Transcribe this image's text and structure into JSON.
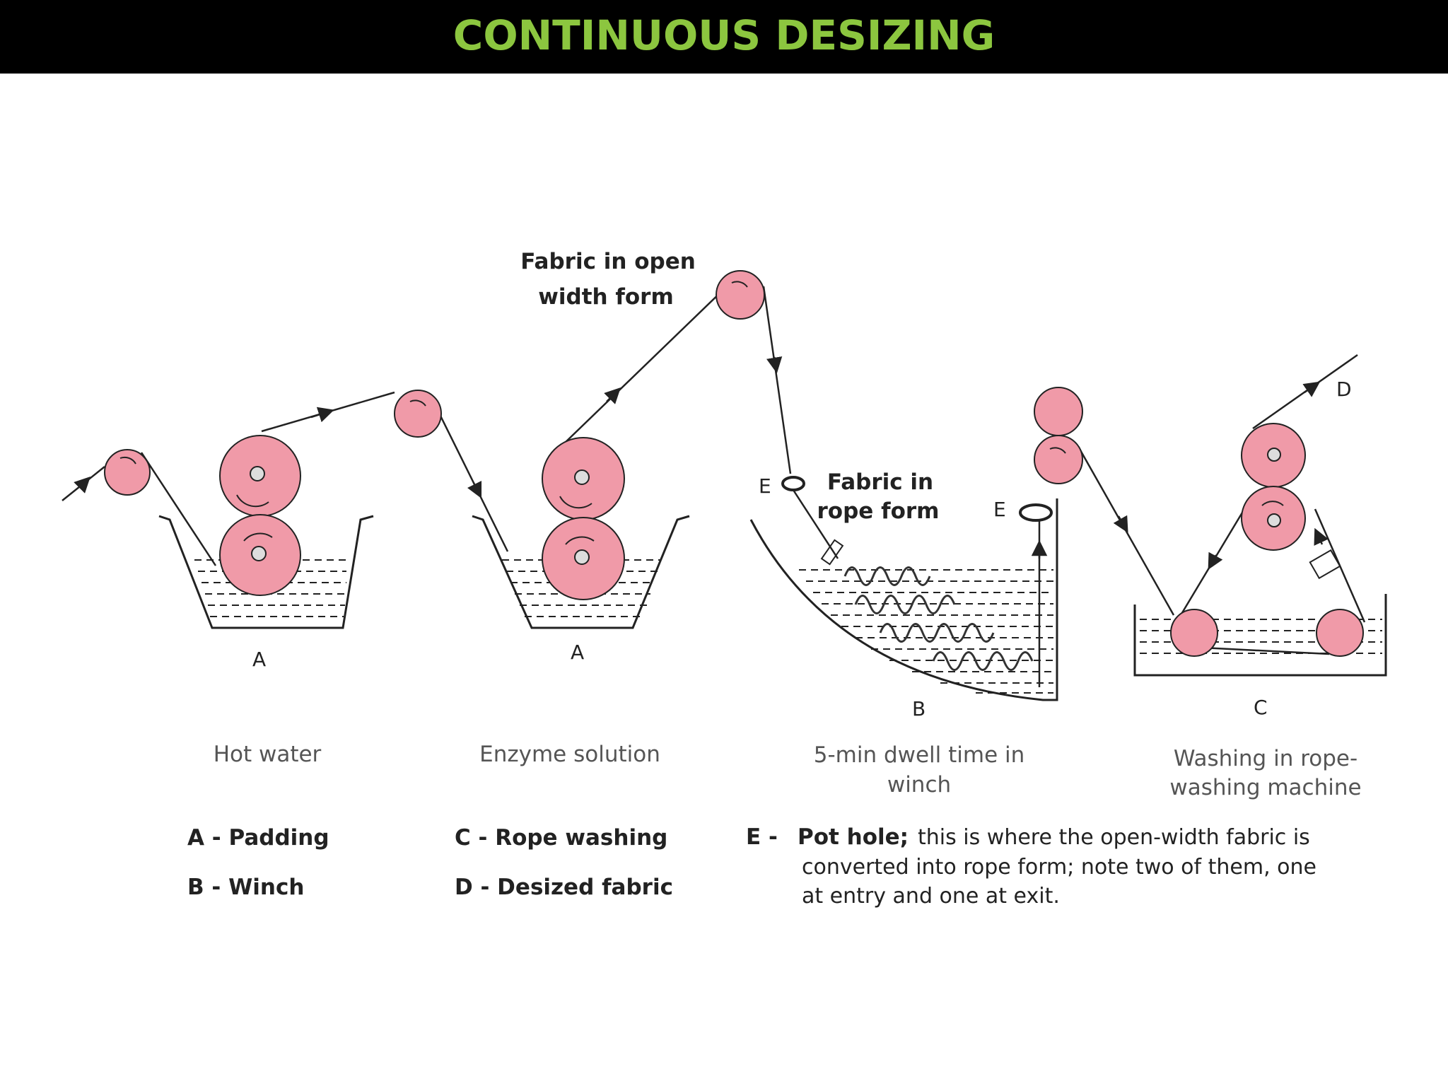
{
  "title": "CONTINUOUS DESIZING",
  "colors": {
    "title": "#8cc63f",
    "roller": "#f09aa8",
    "title_bar": "#000000"
  },
  "diagram": {
    "open_width_label": [
      "Fabric in open",
      "width form"
    ],
    "rope_form_label": [
      "Fabric in",
      "rope form"
    ],
    "marker_a1": "A",
    "marker_a2": "A",
    "marker_b": "B",
    "marker_c": "C",
    "marker_d": "D",
    "marker_e1": "E",
    "marker_e2": "E"
  },
  "captions": {
    "hot_water": "Hot water",
    "enzyme": "Enzyme solution",
    "dwell": [
      "5-min dwell time in",
      "winch"
    ],
    "washing": [
      "Washing in rope-",
      "washing machine"
    ]
  },
  "legend": {
    "a": "A  - Padding",
    "b": "B - Winch",
    "c": "C - Rope washing",
    "d": "D - Desized fabric",
    "e_key": "E -",
    "e_bold": "Pot hole;",
    "e_text": [
      "this is where the open-width fabric is",
      "converted into rope form; note two of them, one",
      "at entry and one at exit."
    ]
  }
}
